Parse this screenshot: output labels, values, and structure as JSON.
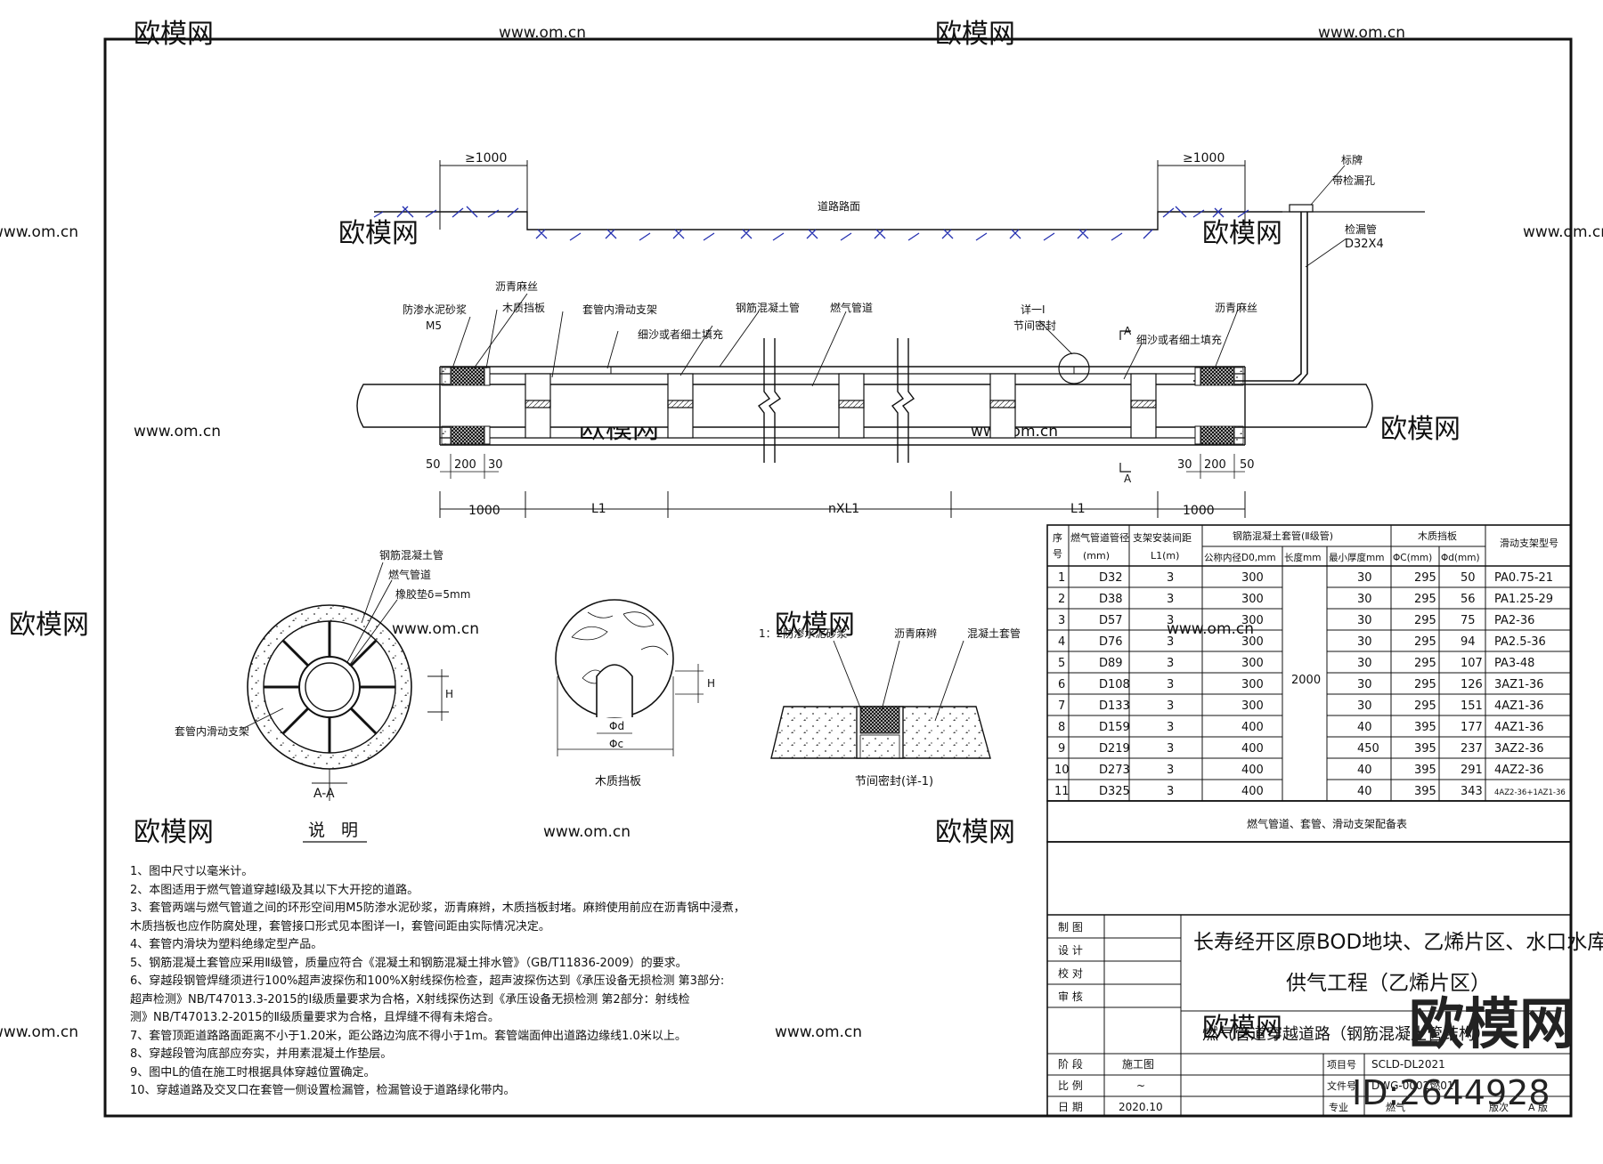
{
  "watermark": {
    "brand": "欧模网",
    "site": "www.om.cn",
    "id": "ID:2644928"
  },
  "elevation": {
    "min_cover_left": "≥1000",
    "min_cover_right": "≥1000",
    "road_surface": "道路路面",
    "sign_label": "标牌",
    "leak_hole_label": "带检漏孔",
    "check_pipe_label": "检漏管",
    "check_pipe_size": "D32X4",
    "asphalt_hemp_left": "沥青麻丝",
    "waterproof_mortar": "防渗水泥砂浆",
    "mortar_grade": "M5",
    "wood_baffle": "木质挡板",
    "sliding_support": "套管内滑动支架",
    "rc_pipe": "钢筋混凝土管",
    "gas_pipe": "燃气管道",
    "sand_fill_left": "细沙或者细土填充",
    "detail_ref": "详一I",
    "joint_seal": "节间密封",
    "section_mark": "A",
    "sand_fill_right": "细沙或者细土填充",
    "asphalt_hemp_right": "沥青麻丝",
    "dim_small": [
      "50",
      "200",
      "30",
      "30",
      "200",
      "50"
    ],
    "dim_main": [
      "1000",
      "L1",
      "nXL1",
      "L1",
      "1000"
    ]
  },
  "section_aa": {
    "rc_pipe": "钢筋混凝土管",
    "gas_pipe": "燃气管道",
    "rubber_pad": "橡胶垫δ=5mm",
    "h_label": "H",
    "support": "套管内滑动支架",
    "caption": "A-A"
  },
  "wood_board": {
    "phi_d": "Φd",
    "phi_c": "Φc",
    "h_label": "H",
    "caption": "木质挡板"
  },
  "joint_detail": {
    "mortar": "1：2防渗水泥砂浆",
    "asphalt": "沥青麻辫",
    "sleeve": "混凝土套管",
    "caption": "节间密封(详-1)"
  },
  "spec_table": {
    "headers": {
      "seq": "序号",
      "gas_dia": "燃气管道管径",
      "gas_dia_unit": "(mm)",
      "support_spacing": "支架安装间距",
      "support_unit": "L1(m)",
      "sleeve_group": "钢筋混凝土套管(Ⅱ级管)",
      "nominal_dia": "公称内径D0,mm",
      "length": "长度mm",
      "min_thickness": "最小厚度mm",
      "wood_group": "木质挡板",
      "phi_c": "ΦC(mm)",
      "phi_d": "Φd(mm)",
      "support_model": "滑动支架型号"
    },
    "length_value": "2000",
    "rows": [
      [
        "1",
        "D32",
        "3",
        "300",
        "30",
        "295",
        "50",
        "PA0.75-21"
      ],
      [
        "2",
        "D38",
        "3",
        "300",
        "30",
        "295",
        "56",
        "PA1.25-29"
      ],
      [
        "3",
        "D57",
        "3",
        "300",
        "30",
        "295",
        "75",
        "PA2-36"
      ],
      [
        "4",
        "D76",
        "3",
        "300",
        "30",
        "295",
        "94",
        "PA2.5-36"
      ],
      [
        "5",
        "D89",
        "3",
        "300",
        "30",
        "295",
        "107",
        "PA3-48"
      ],
      [
        "6",
        "D108",
        "3",
        "300",
        "30",
        "295",
        "126",
        "3AZ1-36"
      ],
      [
        "7",
        "D133",
        "3",
        "300",
        "30",
        "295",
        "151",
        "4AZ1-36"
      ],
      [
        "8",
        "D159",
        "3",
        "400",
        "40",
        "395",
        "177",
        "4AZ1-36"
      ],
      [
        "9",
        "D219",
        "3",
        "400",
        "450",
        "395",
        "237",
        "3AZ2-36"
      ],
      [
        "10",
        "D273",
        "3",
        "400",
        "40",
        "395",
        "291",
        "4AZ2-36"
      ],
      [
        "11",
        "D325",
        "3",
        "400",
        "40",
        "395",
        "343",
        "4AZ2-36+1AZ1-36"
      ]
    ],
    "caption": "燃气管道、套管、滑动支架配备表"
  },
  "title_block": {
    "roles": [
      "制 图",
      "设 计",
      "校 对",
      "审 核"
    ],
    "project_line1": "长寿经开区原BOD地块、乙烯片区、水口水库片区",
    "project_line2": "供气工程（乙烯片区）",
    "drawing_name": "燃气管道穿越道路（钢筋混凝土管结构）",
    "stage_label": "阶 段",
    "stage_value": "施工图",
    "scale_label": "比 例",
    "scale_value": "~",
    "date_label": "日 期",
    "date_value": "2020.10",
    "project_no_label": "项目号",
    "project_no_value": "SCLD-DL2021",
    "file_no_label": "文件号",
    "file_no_value": "DWG-0002燃01",
    "major_label": "专业",
    "major_value": "燃气",
    "version_label": "版次",
    "version_value": "A 版"
  },
  "notes": {
    "title": "说 明",
    "items": [
      "1、图中尺寸以毫米计。",
      "2、本图适用于燃气管道穿越Ⅰ级及其以下大开挖的道路。",
      "3、套管两端与燃气管道之间的环形空间用M5防渗水泥砂浆，沥青麻辫，木质挡板封堵。麻辫使用前应在沥青锅中浸煮，",
      "木质挡板也应作防腐处理，套管接口形式见本图详一Ⅰ，套管间距由实际情况决定。",
      "4、套管内滑块为塑料绝缘定型产品。",
      "5、钢筋混凝土套管应采用Ⅱ级管，质量应符合《混凝土和钢筋混凝土排水管》（GB/T11836-2009）的要求。",
      "6、穿越段钢管焊缝须进行100%超声波探伤和100%X射线探伤检查，超声波探伤达到《承压设备无损检测 第3部分:",
      "超声检测》NB/T47013.3-2015的Ⅰ级质量要求为合格，X射线探伤达到《承压设备无损检测 第2部分：射线检",
      "测》NB/T47013.2-2015的Ⅱ级质量要求为合格，且焊缝不得有未熔合。",
      "7、套管顶距道路路面距离不小于1.20米，距公路边沟底不得小于1m。套管端面伸出道路边缘线1.0米以上。",
      "8、穿越段管沟底部应夯实，并用素混凝土作垫层。",
      "9、图中L的值在施工时根据具体穿越位置确定。",
      "10、穿越道路及交叉口在套管一侧设置检漏管，检漏管设于道路绿化带内。"
    ]
  }
}
